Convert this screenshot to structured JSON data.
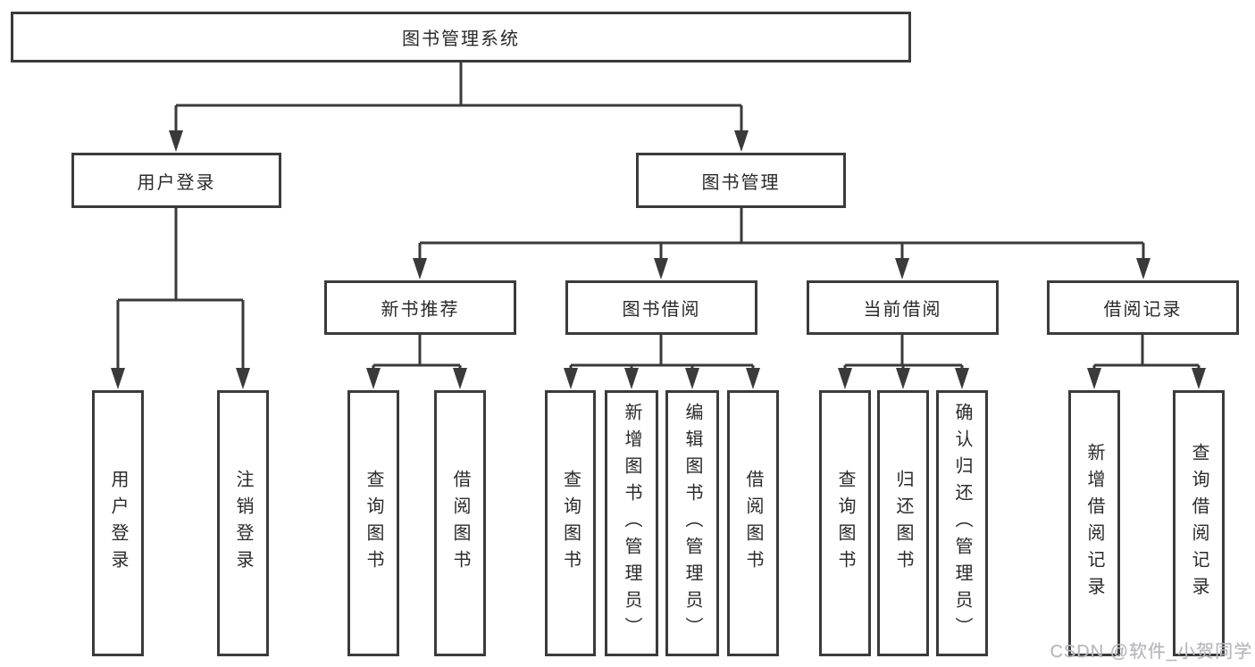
{
  "tree": {
    "root": {
      "label": "图书管理系统"
    },
    "login": {
      "label": "用户登录",
      "children": [
        {
          "label": "用户登录"
        },
        {
          "label": "注销登录"
        }
      ]
    },
    "management": {
      "label": "图书管理",
      "sections": [
        {
          "label": "新书推荐",
          "children": [
            {
              "label": "查询图书"
            },
            {
              "label": "借阅图书"
            }
          ]
        },
        {
          "label": "图书借阅",
          "children": [
            {
              "label": "查询图书"
            },
            {
              "label": "新增图书（管理员）"
            },
            {
              "label": "编辑图书（管理员）"
            },
            {
              "label": "借阅图书"
            }
          ]
        },
        {
          "label": "当前借阅",
          "children": [
            {
              "label": "查询图书"
            },
            {
              "label": "归还图书"
            },
            {
              "label": "确认归还（管理员）"
            }
          ]
        },
        {
          "label": "借阅记录",
          "children": [
            {
              "label": "新增借阅记录"
            },
            {
              "label": "查询借阅记录"
            }
          ]
        }
      ]
    }
  },
  "watermark": "CSDN @软件_小贺同学",
  "colors": {
    "line": "#3a3a3a",
    "box_border": "#3b3b3b",
    "text": "#2a2a2a",
    "watermark": "#b7b7bc",
    "background": "#ffffff"
  }
}
